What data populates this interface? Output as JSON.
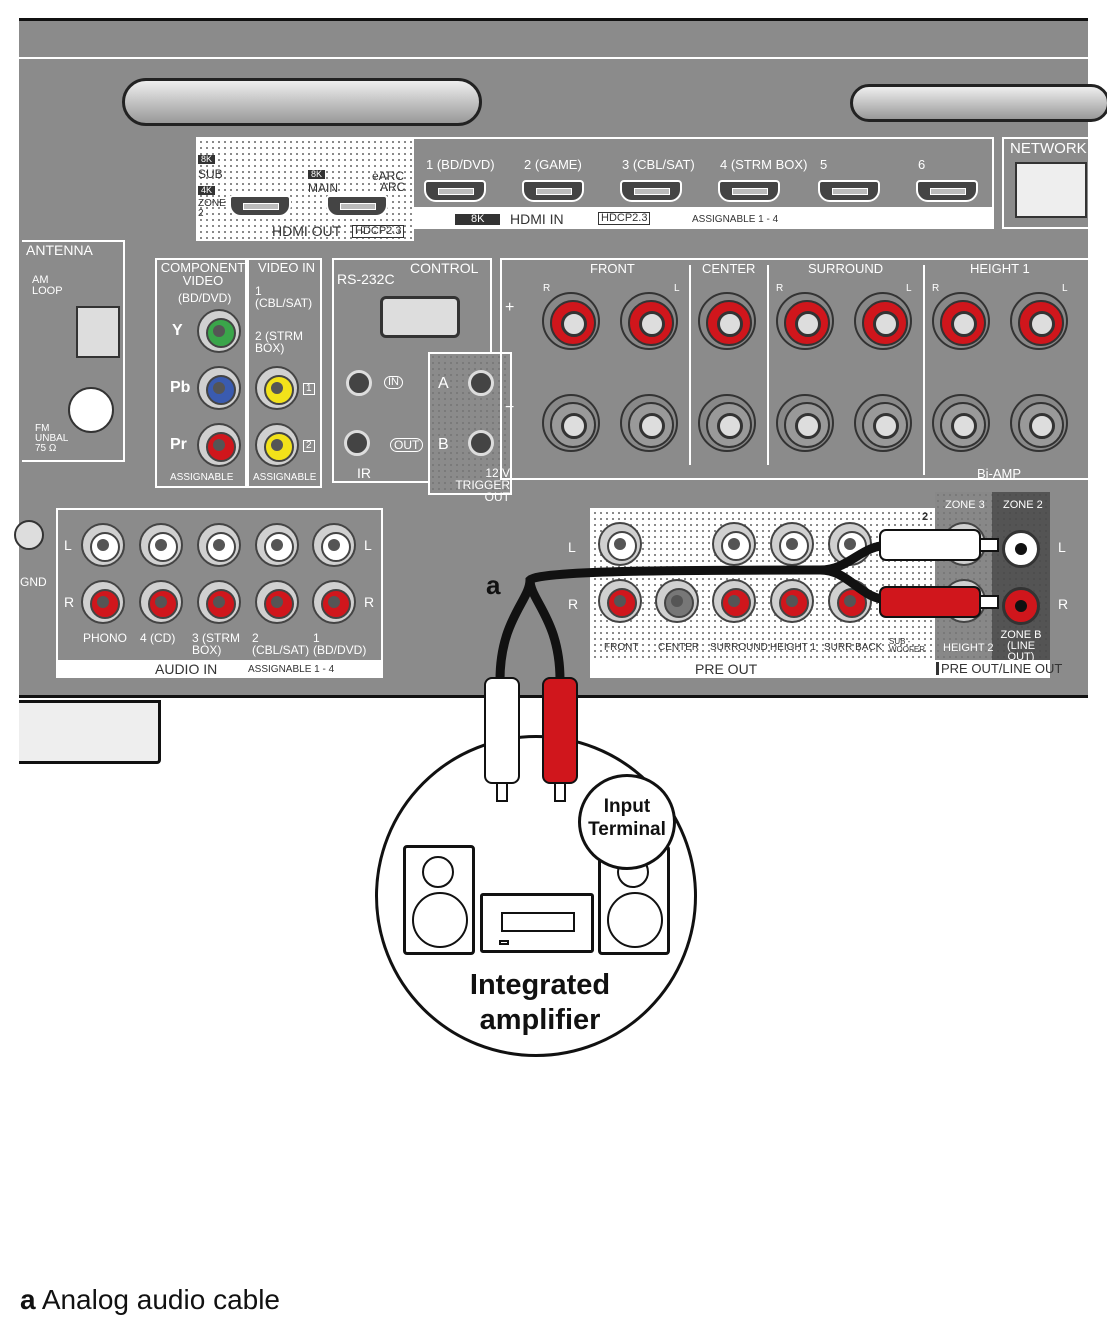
{
  "hdmi_out": {
    "sub": "SUB",
    "zone2": "ZONE 2",
    "main": "MAIN",
    "earc": "eARC",
    "arc": "ARC",
    "label": "HDMI OUT",
    "hdcp": "HDCP2.3",
    "badge8k": "8K",
    "badge4k": "4K"
  },
  "hdmi_in": {
    "inputs": [
      "1 (BD/DVD)",
      "2 (GAME)",
      "3 (CBL/SAT)",
      "4 (STRM BOX)",
      "5",
      "6"
    ],
    "badge": "8K",
    "label": "HDMI IN",
    "hdcp": "HDCP2.3",
    "assignable": "ASSIGNABLE 1 - 4"
  },
  "network": "NETWORK",
  "antenna": {
    "title": "ANTENNA",
    "am": "AM LOOP",
    "fm": "FM UNBAL 75 Ω"
  },
  "component": {
    "title": "COMPONENT VIDEO",
    "sub": "(BD/DVD)",
    "y": "Y",
    "pb": "Pb",
    "pr": "Pr",
    "assignable": "ASSIGNABLE"
  },
  "video_in": {
    "title": "VIDEO IN",
    "in1": "1 (CBL/SAT)",
    "in2": "2 (STRM BOX)",
    "n1": "1",
    "n2": "2",
    "assignable": "ASSIGNABLE"
  },
  "rs232c": "RS-232C",
  "control": "CONTROL",
  "ir": {
    "in": "IN",
    "out": "OUT",
    "label": "IR"
  },
  "trigger": {
    "a": "A",
    "b": "B",
    "label": "12 V TRIGGER OUT"
  },
  "speakers": {
    "front": "FRONT",
    "center": "CENTER",
    "surround": "SURROUND",
    "height1": "HEIGHT 1",
    "biamp": "Bi-AMP",
    "r": "R",
    "l": "L",
    "plus": "+",
    "minus": "−"
  },
  "gnd": "GND",
  "audio_in": {
    "l": "L",
    "r": "R",
    "inputs": [
      "PHONO",
      "4 (CD)",
      "3 (STRM BOX)",
      "2 (CBL/SAT)",
      "1 (BD/DVD)"
    ],
    "label": "AUDIO IN",
    "assignable": "ASSIGNABLE 1 - 4"
  },
  "pre_out": {
    "channels": [
      "FRONT",
      "CENTER",
      "SURROUND",
      "HEIGHT 1",
      "SURR BACK",
      "SUB -WOOFER"
    ],
    "label": "PRE OUT",
    "zone3": "ZONE 3",
    "zone2": "ZONE 2",
    "height2": "HEIGHT 2",
    "zoneb": "ZONE B (LINE OUT)",
    "label2": "PRE OUT/LINE OUT",
    "l": "L",
    "r": "R",
    "num2": "2"
  },
  "cable_marker": "a",
  "device": {
    "input_terminal": "Input Terminal",
    "name": "Integrated amplifier"
  },
  "legend": {
    "key": "a",
    "text": "Analog audio cable"
  },
  "colors": {
    "panel": "#8b8b8b",
    "red": "#d0161c",
    "white": "#ffffff",
    "green": "#3aa54a",
    "blue": "#3a5bb0",
    "yellow": "#f2e21a"
  }
}
